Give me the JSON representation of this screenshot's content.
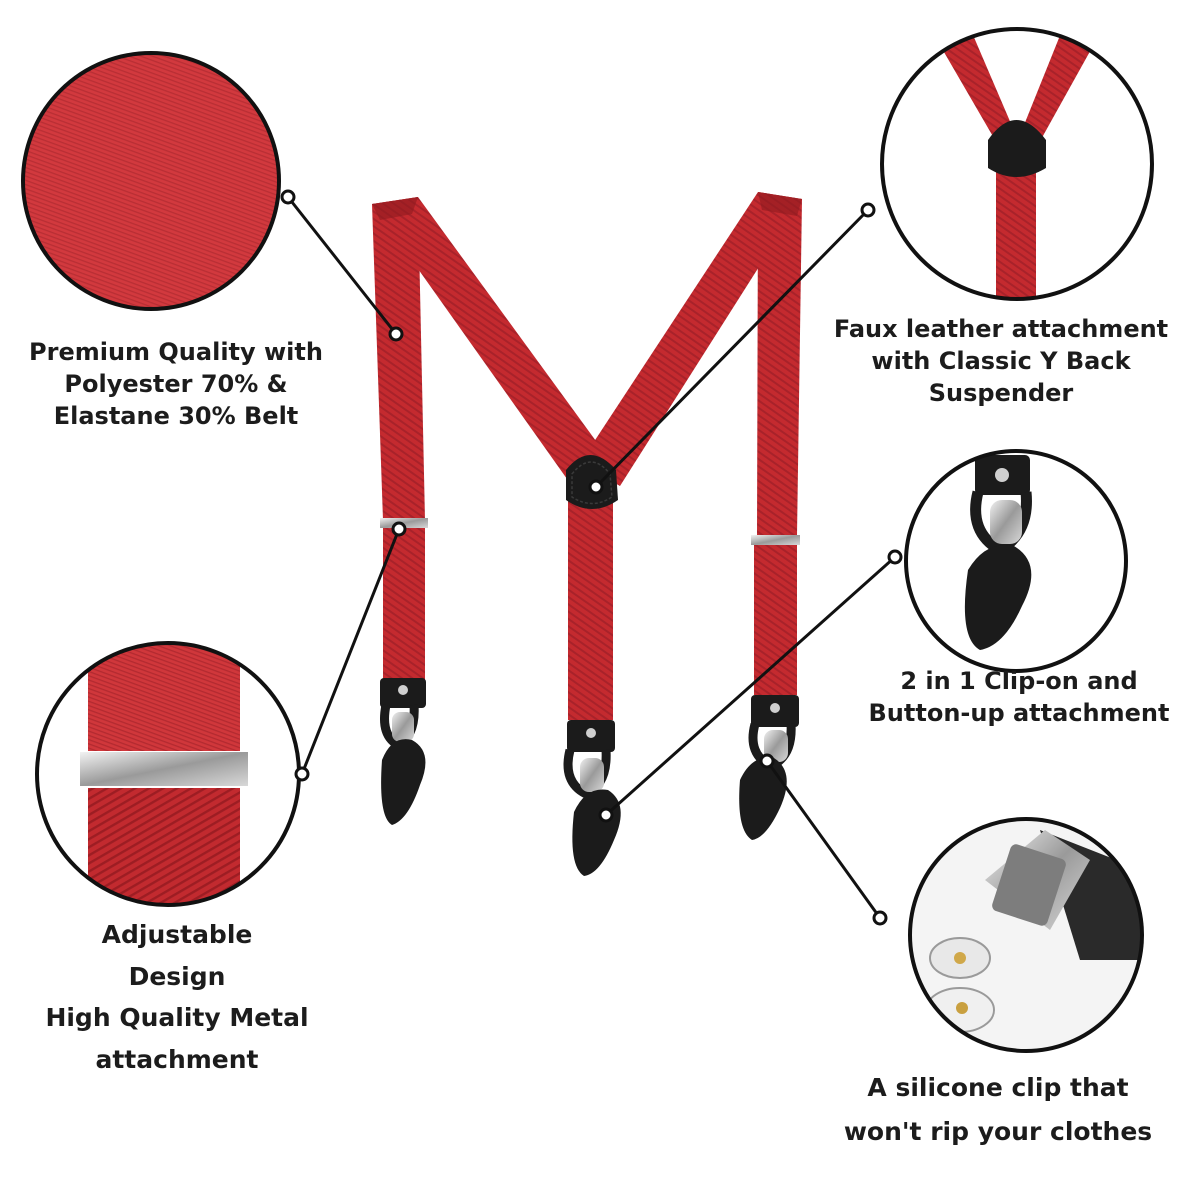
{
  "colors": {
    "strap_red": "#c42a2f",
    "strap_red_dark": "#9e1c21",
    "leather_black": "#1b1b1b",
    "metal_silver": "#c8c8c8",
    "callout_line": "#111111",
    "text": "#1c1c1c"
  },
  "product": "red Y-back suspenders",
  "features": [
    {
      "id": "fabric",
      "lines": [
        "Premium Quality with",
        "Polyester 70% &",
        "Elastane 30% Belt"
      ]
    },
    {
      "id": "yback",
      "lines": [
        "Faux leather attachment",
        "with Classic Y Back",
        "Suspender"
      ]
    },
    {
      "id": "clip",
      "lines": [
        "2 in 1 Clip-on and",
        "Button-up attachment"
      ]
    },
    {
      "id": "adjust",
      "lines": [
        "Adjustable",
        "Design",
        "High Quality Metal",
        "attachment"
      ]
    },
    {
      "id": "silicone",
      "lines": [
        "A silicone clip that",
        "won't rip your clothes"
      ]
    }
  ]
}
